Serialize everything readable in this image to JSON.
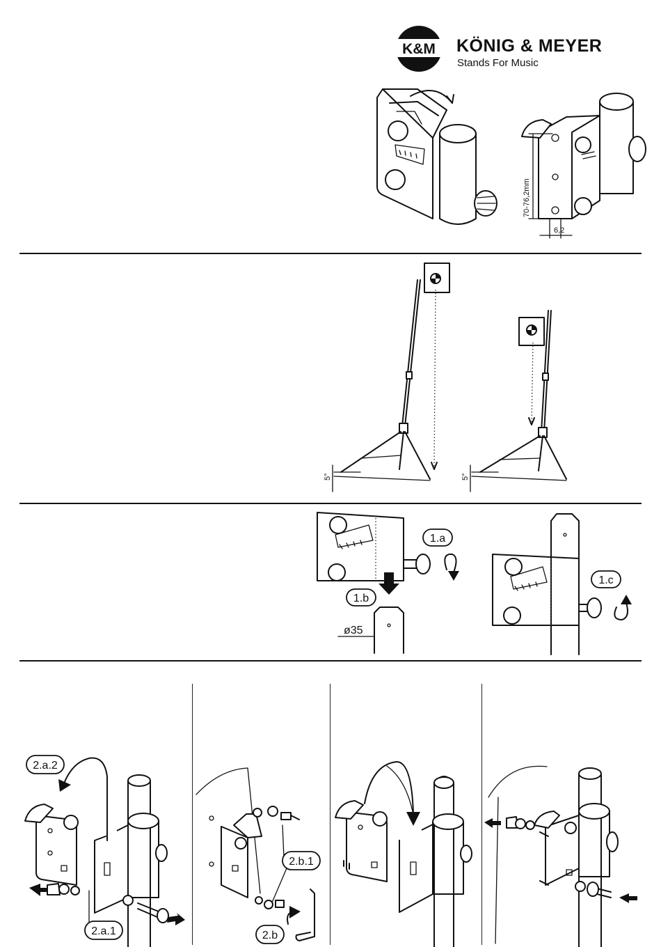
{
  "brand": {
    "mark": "K&M",
    "name": "KÖNIG & MEYER",
    "tagline": "Stands For Music"
  },
  "section1": {
    "dim_height": "70-76,2mm",
    "dim_width": "6,2"
  },
  "section2": {
    "tilt_left": "5°",
    "tilt_right": "5°"
  },
  "section3": {
    "step_1a": "1.a",
    "step_1b": "1.b",
    "step_1c": "1.c",
    "diameter": "ø35"
  },
  "section4": {
    "step_2a2": "2.a.2",
    "step_2a1": "2.a.1",
    "step_2b1": "2.b.1",
    "step_2b": "2.b"
  }
}
